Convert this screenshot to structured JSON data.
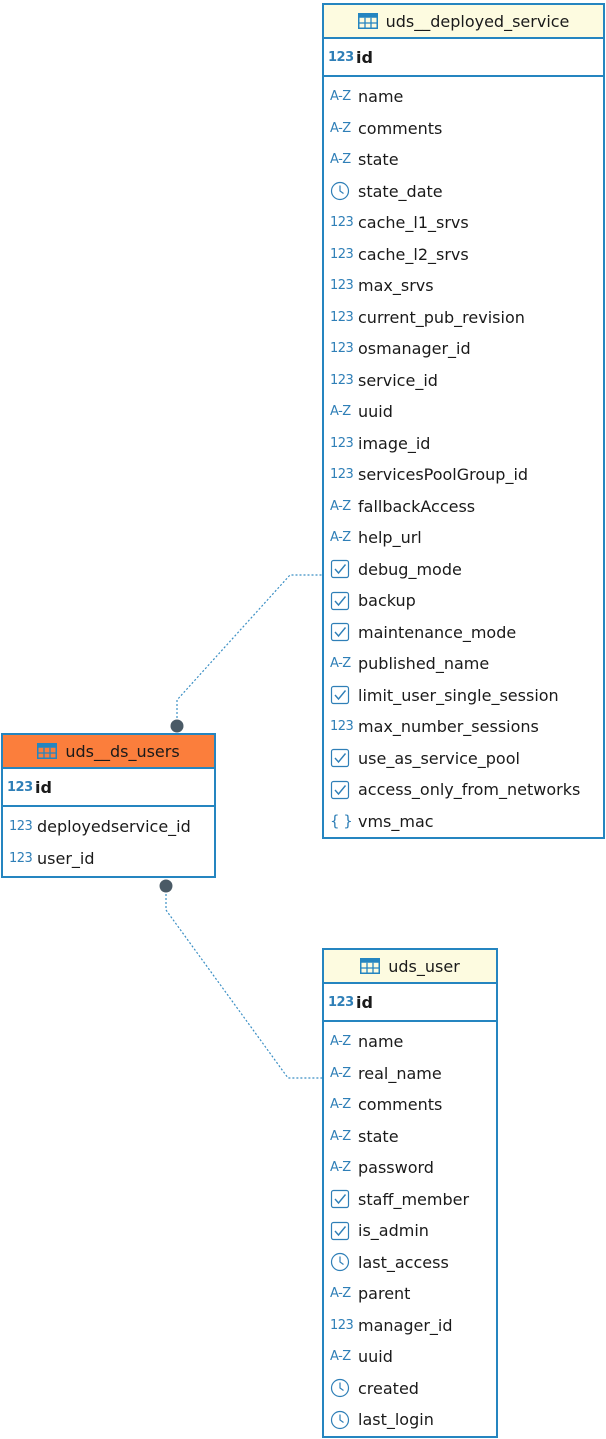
{
  "colors": {
    "border": "#2585c0",
    "header_default": "#fdfbe0",
    "header_selected": "#fb7e3c",
    "type_icon": "#2f7fb7",
    "connector": "#3b8fc4"
  },
  "icons": {
    "numeric": "123",
    "text": "A-Z",
    "datetime": "clock-icon",
    "boolean": "checkbox-icon",
    "json": "{ }",
    "table": "table-icon"
  },
  "tables": [
    {
      "id": "uds_deployed_service",
      "title": "uds__deployed_service",
      "selected": false,
      "pk": {
        "name": "id",
        "type": "numeric"
      },
      "columns": [
        {
          "name": "name",
          "type": "text"
        },
        {
          "name": "comments",
          "type": "text"
        },
        {
          "name": "state",
          "type": "text"
        },
        {
          "name": "state_date",
          "type": "datetime"
        },
        {
          "name": "cache_l1_srvs",
          "type": "numeric"
        },
        {
          "name": "cache_l2_srvs",
          "type": "numeric"
        },
        {
          "name": "max_srvs",
          "type": "numeric"
        },
        {
          "name": "current_pub_revision",
          "type": "numeric"
        },
        {
          "name": "osmanager_id",
          "type": "numeric"
        },
        {
          "name": "service_id",
          "type": "numeric"
        },
        {
          "name": "uuid",
          "type": "text"
        },
        {
          "name": "image_id",
          "type": "numeric"
        },
        {
          "name": "servicesPoolGroup_id",
          "type": "numeric"
        },
        {
          "name": "fallbackAccess",
          "type": "text"
        },
        {
          "name": "help_url",
          "type": "text"
        },
        {
          "name": "debug_mode",
          "type": "boolean"
        },
        {
          "name": "backup",
          "type": "boolean"
        },
        {
          "name": "maintenance_mode",
          "type": "boolean"
        },
        {
          "name": "published_name",
          "type": "text"
        },
        {
          "name": "limit_user_single_session",
          "type": "boolean"
        },
        {
          "name": "max_number_sessions",
          "type": "numeric"
        },
        {
          "name": "use_as_service_pool",
          "type": "boolean"
        },
        {
          "name": "access_only_from_networks",
          "type": "boolean"
        },
        {
          "name": "vms_mac",
          "type": "json"
        }
      ]
    },
    {
      "id": "uds_ds_users",
      "title": "uds__ds_users",
      "selected": true,
      "pk": {
        "name": "id",
        "type": "numeric"
      },
      "columns": [
        {
          "name": "deployedservice_id",
          "type": "numeric"
        },
        {
          "name": "user_id",
          "type": "numeric"
        }
      ]
    },
    {
      "id": "uds_user",
      "title": "uds_user",
      "selected": false,
      "pk": {
        "name": "id",
        "type": "numeric"
      },
      "columns": [
        {
          "name": "name",
          "type": "text"
        },
        {
          "name": "real_name",
          "type": "text"
        },
        {
          "name": "comments",
          "type": "text"
        },
        {
          "name": "state",
          "type": "text"
        },
        {
          "name": "password",
          "type": "text"
        },
        {
          "name": "staff_member",
          "type": "boolean"
        },
        {
          "name": "is_admin",
          "type": "boolean"
        },
        {
          "name": "last_access",
          "type": "datetime"
        },
        {
          "name": "parent",
          "type": "text"
        },
        {
          "name": "manager_id",
          "type": "numeric"
        },
        {
          "name": "uuid",
          "type": "text"
        },
        {
          "name": "created",
          "type": "datetime"
        },
        {
          "name": "last_login",
          "type": "datetime"
        }
      ]
    }
  ],
  "relationships": [
    {
      "from": "uds_ds_users",
      "to": "uds_deployed_service",
      "via": "deployedservice_id"
    },
    {
      "from": "uds_ds_users",
      "to": "uds_user",
      "via": "user_id"
    }
  ]
}
